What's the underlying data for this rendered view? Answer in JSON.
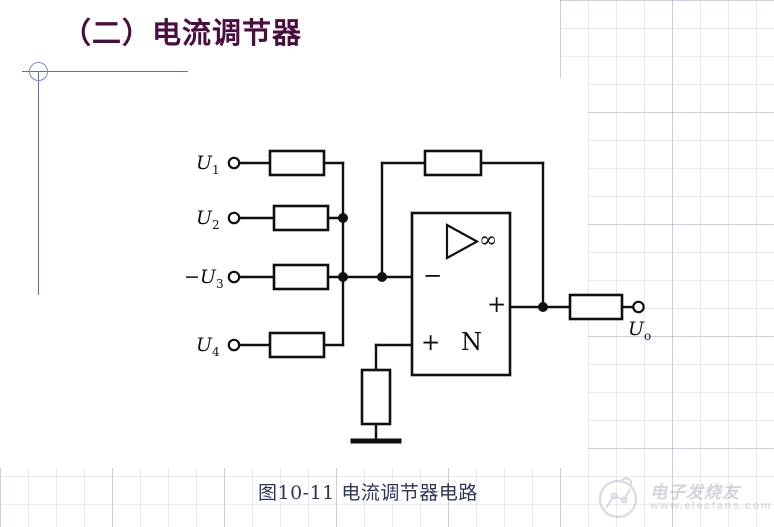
{
  "page": {
    "title": "（二）电流调节器",
    "caption": "图10-11  电流调节器电路",
    "title_color": "#4b0d3f",
    "caption_color": "#2c3659",
    "accent_blue": "#5b6fc0",
    "line_color": "#101010",
    "background": "#ffffff"
  },
  "watermark": {
    "brand": "电子发烧友",
    "url": "www.elecfans.com"
  },
  "circuit": {
    "inputs": [
      {
        "id": "in1",
        "label": "U",
        "subscript": "1",
        "prefix": ""
      },
      {
        "id": "in2",
        "label": "U",
        "subscript": "2",
        "prefix": ""
      },
      {
        "id": "in3",
        "label": "U",
        "subscript": "3",
        "prefix": "−"
      },
      {
        "id": "in4",
        "label": "U",
        "subscript": "4",
        "prefix": ""
      }
    ],
    "output": {
      "id": "out",
      "label": "U",
      "subscript": "o",
      "prefix": ""
    },
    "opamp": {
      "gain_symbol": "∞",
      "inverting_input": "−",
      "output_marker": "+",
      "noninverting_input": "+",
      "name": "N"
    },
    "components": [
      {
        "id": "r1",
        "type": "resistor",
        "orientation": "horizontal"
      },
      {
        "id": "r2",
        "type": "resistor",
        "orientation": "horizontal"
      },
      {
        "id": "r3",
        "type": "resistor",
        "orientation": "horizontal"
      },
      {
        "id": "r4",
        "type": "resistor",
        "orientation": "horizontal"
      },
      {
        "id": "rf",
        "type": "resistor",
        "orientation": "horizontal"
      },
      {
        "id": "ro",
        "type": "resistor",
        "orientation": "horizontal"
      },
      {
        "id": "rg",
        "type": "resistor",
        "orientation": "vertical"
      },
      {
        "id": "gnd",
        "type": "ground"
      }
    ]
  }
}
